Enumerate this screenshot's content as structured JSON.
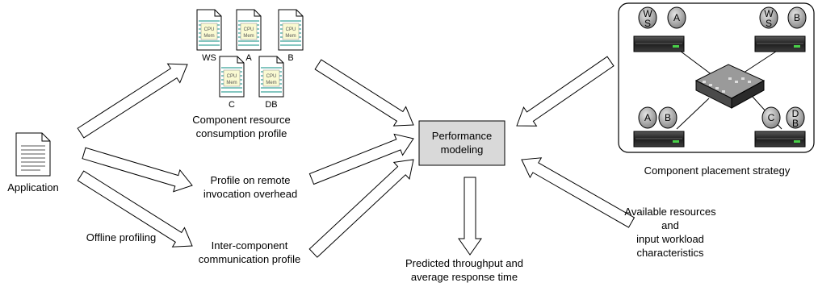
{
  "application": {
    "label": "Application"
  },
  "offline_profiling": {
    "label": "Offline profiling"
  },
  "component_profile": {
    "line1": "Component resource",
    "line2": "consumption profile",
    "docs": [
      {
        "name": "WS",
        "line1": "CPU",
        "line2": "Mem"
      },
      {
        "name": "A",
        "line1": "CPU",
        "line2": "Mem"
      },
      {
        "name": "B",
        "line1": "CPU",
        "line2": "Mem"
      },
      {
        "name": "C",
        "line1": "CPU",
        "line2": "Mem"
      },
      {
        "name": "DB",
        "line1": "CPU",
        "line2": "Mem"
      }
    ]
  },
  "remote_profile": {
    "line1": "Profile on remote",
    "line2": "invocation overhead"
  },
  "comm_profile": {
    "line1": "Inter-component",
    "line2": "communication profile"
  },
  "performance": {
    "line1": "Performance",
    "line2": "modeling"
  },
  "output": {
    "line1": "Predicted throughput and",
    "line2": "average response time"
  },
  "resources": {
    "line1": "Available resources",
    "line2": "and",
    "line3": "input workload",
    "line4": "characteristics"
  },
  "placement": {
    "caption": "Component placement strategy",
    "servers": [
      {
        "components": [
          {
            "top": "W",
            "bottom": "S"
          },
          {
            "top": "A",
            "bottom": ""
          }
        ]
      },
      {
        "components": [
          {
            "top": "W",
            "bottom": "S"
          },
          {
            "top": "B",
            "bottom": ""
          }
        ]
      },
      {
        "components": [
          {
            "top": "A",
            "bottom": ""
          },
          {
            "top": "B",
            "bottom": ""
          }
        ]
      },
      {
        "components": [
          {
            "top": "C",
            "bottom": ""
          },
          {
            "top": "D",
            "bottom": "B"
          }
        ]
      }
    ]
  },
  "colors": {
    "model_box": "#d9d9d9",
    "doc_accent": "#3aa59a",
    "doc_fill": "#fafad2",
    "component_fill": "#a0a0a0"
  }
}
